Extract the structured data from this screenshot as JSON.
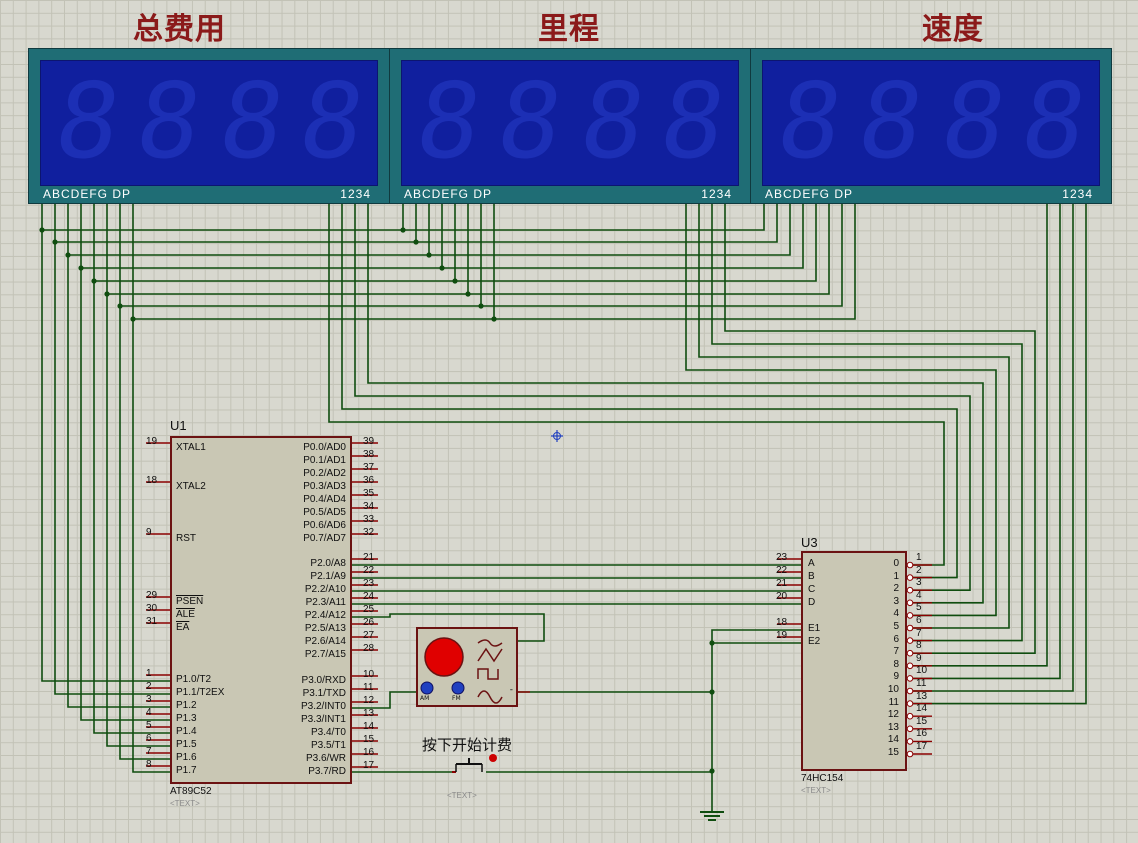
{
  "displays": [
    {
      "title": "总费用",
      "digits": [
        "8",
        "8",
        "8",
        "8"
      ],
      "segments_label": "ABCDEFG  DP",
      "digit_pins_label": "1234"
    },
    {
      "title": "里程",
      "digits": [
        "8",
        "8",
        "8",
        "8"
      ],
      "segments_label": "ABCDEFG  DP",
      "digit_pins_label": "1234"
    },
    {
      "title": "速度",
      "digits": [
        "8",
        "8",
        "8",
        "8"
      ],
      "segments_label": "ABCDEFG  DP",
      "digit_pins_label": "1234"
    }
  ],
  "u1": {
    "ref": "U1",
    "part": "AT89C52",
    "text_placeholder": "<TEXT>",
    "left_pins": [
      {
        "num": "19",
        "name": "XTAL1"
      },
      {
        "num": "18",
        "name": "XTAL2"
      },
      {
        "num": "9",
        "name": "RST"
      },
      {
        "num": "29",
        "name": "PSEN",
        "bar": true
      },
      {
        "num": "30",
        "name": "ALE",
        "bar": true
      },
      {
        "num": "31",
        "name": "EA",
        "bar": true
      },
      {
        "num": "1",
        "name": "P1.0/T2"
      },
      {
        "num": "2",
        "name": "P1.1/T2EX"
      },
      {
        "num": "3",
        "name": "P1.2"
      },
      {
        "num": "4",
        "name": "P1.3"
      },
      {
        "num": "5",
        "name": "P1.4"
      },
      {
        "num": "6",
        "name": "P1.5"
      },
      {
        "num": "7",
        "name": "P1.6"
      },
      {
        "num": "8",
        "name": "P1.7"
      }
    ],
    "right_pins": [
      {
        "num": "39",
        "name": "P0.0/AD0"
      },
      {
        "num": "38",
        "name": "P0.1/AD1"
      },
      {
        "num": "37",
        "name": "P0.2/AD2"
      },
      {
        "num": "36",
        "name": "P0.3/AD3"
      },
      {
        "num": "35",
        "name": "P0.4/AD4"
      },
      {
        "num": "34",
        "name": "P0.5/AD5"
      },
      {
        "num": "33",
        "name": "P0.6/AD6"
      },
      {
        "num": "32",
        "name": "P0.7/AD7"
      },
      {
        "num": "21",
        "name": "P2.0/A8"
      },
      {
        "num": "22",
        "name": "P2.1/A9"
      },
      {
        "num": "23",
        "name": "P2.2/A10"
      },
      {
        "num": "24",
        "name": "P2.3/A11"
      },
      {
        "num": "25",
        "name": "P2.4/A12"
      },
      {
        "num": "26",
        "name": "P2.5/A13"
      },
      {
        "num": "27",
        "name": "P2.6/A14"
      },
      {
        "num": "28",
        "name": "P2.7/A15"
      },
      {
        "num": "10",
        "name": "P3.0/RXD"
      },
      {
        "num": "11",
        "name": "P3.1/TXD"
      },
      {
        "num": "12",
        "name": "P3.2/INT0"
      },
      {
        "num": "13",
        "name": "P3.3/INT1"
      },
      {
        "num": "14",
        "name": "P3.4/T0"
      },
      {
        "num": "15",
        "name": "P3.5/T1"
      },
      {
        "num": "16",
        "name": "P3.6/WR"
      },
      {
        "num": "17",
        "name": "P3.7/RD"
      }
    ]
  },
  "u3": {
    "ref": "U3",
    "part": "74HC154",
    "text_placeholder": "<TEXT>",
    "left_pins": [
      {
        "num": "23",
        "name": "A"
      },
      {
        "num": "22",
        "name": "B"
      },
      {
        "num": "21",
        "name": "C"
      },
      {
        "num": "20",
        "name": "D"
      },
      {
        "num": "18",
        "name": "E1"
      },
      {
        "num": "19",
        "name": "E2"
      }
    ],
    "right_pins": [
      {
        "num": "1",
        "name": "0"
      },
      {
        "num": "2",
        "name": "1"
      },
      {
        "num": "3",
        "name": "2"
      },
      {
        "num": "4",
        "name": "3"
      },
      {
        "num": "5",
        "name": "4"
      },
      {
        "num": "6",
        "name": "5"
      },
      {
        "num": "7",
        "name": "6"
      },
      {
        "num": "8",
        "name": "7"
      },
      {
        "num": "9",
        "name": "8"
      },
      {
        "num": "10",
        "name": "9"
      },
      {
        "num": "11",
        "name": "10"
      },
      {
        "num": "13",
        "name": "11"
      },
      {
        "num": "14",
        "name": "12"
      },
      {
        "num": "15",
        "name": "13"
      },
      {
        "num": "16",
        "name": "14"
      },
      {
        "num": "17",
        "name": "15"
      }
    ]
  },
  "generator": {
    "knob_labels": [
      "AM",
      "FM"
    ],
    "output_label": "-"
  },
  "button": {
    "label": "按下开始计费",
    "text_placeholder": "<TEXT>"
  },
  "colors": {
    "wire": "#0f4d0f",
    "chip_border": "#6b1212",
    "chip_fill": "#c9c7b4",
    "display_bezel": "#1f6d75",
    "display_screen": "#101f9e",
    "title": "#8b1a1a",
    "pin": "#8b0000"
  }
}
